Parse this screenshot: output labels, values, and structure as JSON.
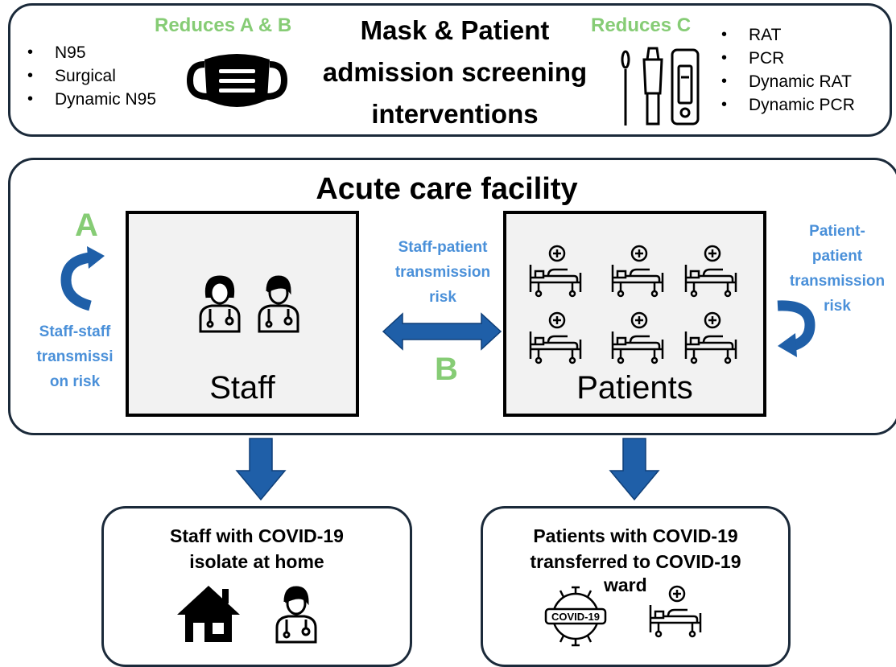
{
  "interventions": {
    "title_line1": "Mask & Patient",
    "title_line2": "admission screening",
    "title_line3": "interventions",
    "mask_heading": "Reduces A & B",
    "screen_heading": "Reduces C",
    "mask_types": [
      "N95",
      "Surgical",
      "Dynamic N95"
    ],
    "screen_types": [
      "RAT",
      "PCR",
      "Dynamic RAT",
      "Dynamic PCR"
    ]
  },
  "facility": {
    "title": "Acute care facility",
    "staff_label": "Staff",
    "patients_label": "Patients",
    "label_a": "A",
    "label_b": "B",
    "staff_staff_risk": [
      "Staff-staff",
      "transmissi",
      "on risk"
    ],
    "staff_patient_risk": [
      "Staff-patient",
      "transmission",
      "risk"
    ],
    "patient_patient_risk": [
      "Patient-",
      "patient",
      "transmission",
      "risk"
    ]
  },
  "outcomes": {
    "staff_line1": "Staff with COVID-19",
    "staff_line2": "isolate at home",
    "patients_line1": "Patients with COVID-19",
    "patients_line2": "transferred to COVID-19",
    "patients_line3": "ward",
    "virus_label": "COVID-19"
  },
  "colors": {
    "green": "#86cc75",
    "blue": "#4a90d9",
    "arrow": "#1f5fa8",
    "border": "#1b2a3a"
  }
}
